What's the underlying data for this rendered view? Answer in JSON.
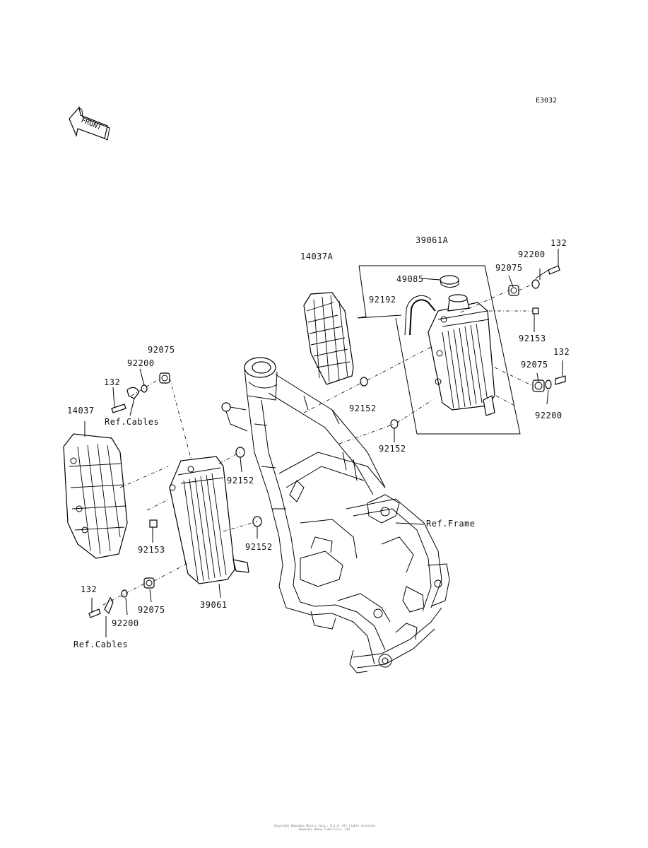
{
  "figure": {
    "code": "E3032",
    "front_label": "FRONT"
  },
  "callouts": {
    "p39061A": "39061A",
    "p14037A": "14037A",
    "p49085": "49085",
    "p92192": "92192",
    "p92200_tr": "92200",
    "p132_tr": "132",
    "p92075_tr": "92075",
    "p92153_r": "92153",
    "p132_r": "132",
    "p92075_r": "92075",
    "p92200_r": "92200",
    "p92152_m": "92152",
    "p92152_r": "92152",
    "p92075_l": "92075",
    "p92200_l": "92200",
    "p132_l": "132",
    "refcables_l": "Ref.Cables",
    "p14037": "14037",
    "p92152_l1": "92152",
    "p92153_l": "92153",
    "p92152_l2": "92152",
    "refframe": "Ref.Frame",
    "p132_bl": "132",
    "p92075_bl": "92075",
    "p92200_bl": "92200",
    "refcables_bl": "Ref.Cables",
    "p39061": "39061"
  },
  "footer": {
    "line1": "Copyright Kawasaki Motors Corp., U.S.A. All rights reserved.",
    "line2": "Kawasaki Heavy Industries, Ltd."
  }
}
